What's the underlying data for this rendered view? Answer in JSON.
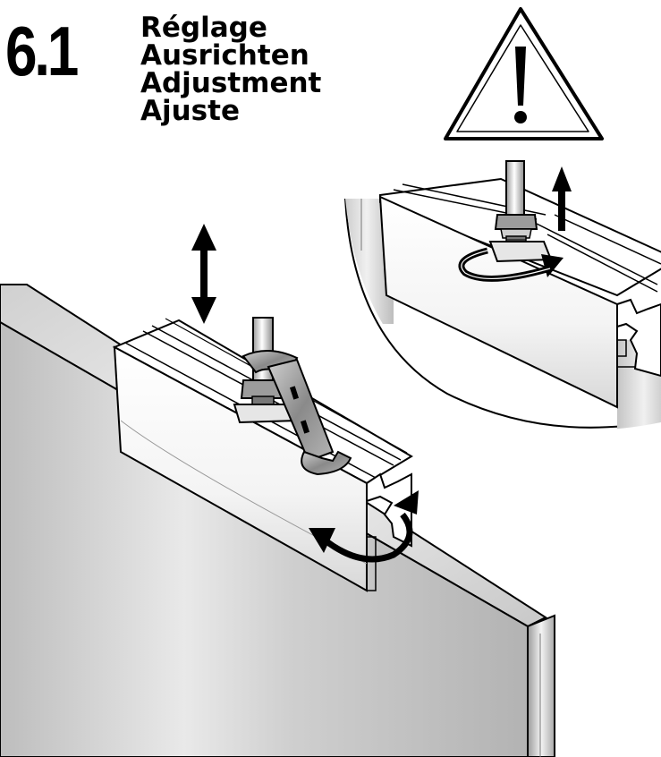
{
  "step": {
    "number": "6.1"
  },
  "titles": {
    "fr": "Réglage",
    "de": "Ausrichten",
    "en": "Adjustment",
    "es": "Ajuste"
  },
  "icons": [
    "warning-triangle-icon",
    "up-arrow-icon",
    "double-vertical-arrow-icon",
    "rotation-arrow-icon",
    "wrench-icon"
  ]
}
